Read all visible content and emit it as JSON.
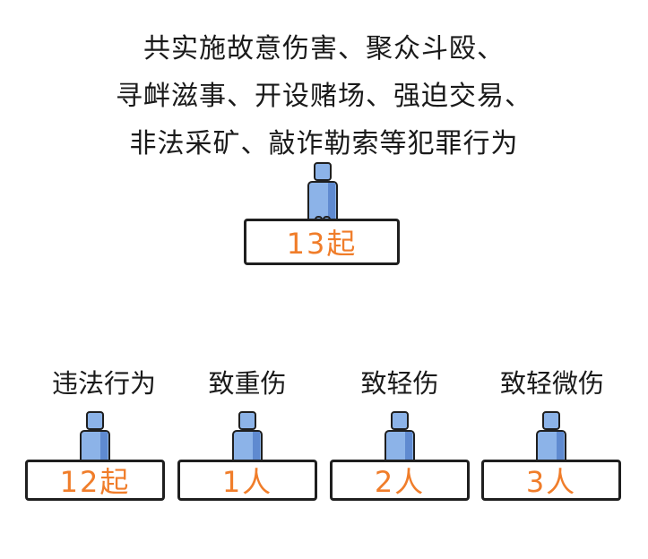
{
  "headline": {
    "line1": "共实施故意伤害、聚众斗殴、",
    "line2": "寻衅滋事、开设赌场、强迫交易、",
    "line3": "非法采矿、敲诈勒索等犯罪行为"
  },
  "total": {
    "count": "13起"
  },
  "categories": [
    {
      "label": "违法行为",
      "count": "12起"
    },
    {
      "label": "致重伤",
      "count": "1人"
    },
    {
      "label": "致轻伤",
      "count": "2人"
    },
    {
      "label": "致轻微伤",
      "count": "3人"
    }
  ],
  "colors": {
    "accent": "#f07d2a",
    "figure": "#8cb3e8",
    "figure_shade": "#5f8ad0",
    "outline": "#1f1f1f"
  },
  "icons": {
    "person": "person-figure-icon"
  }
}
